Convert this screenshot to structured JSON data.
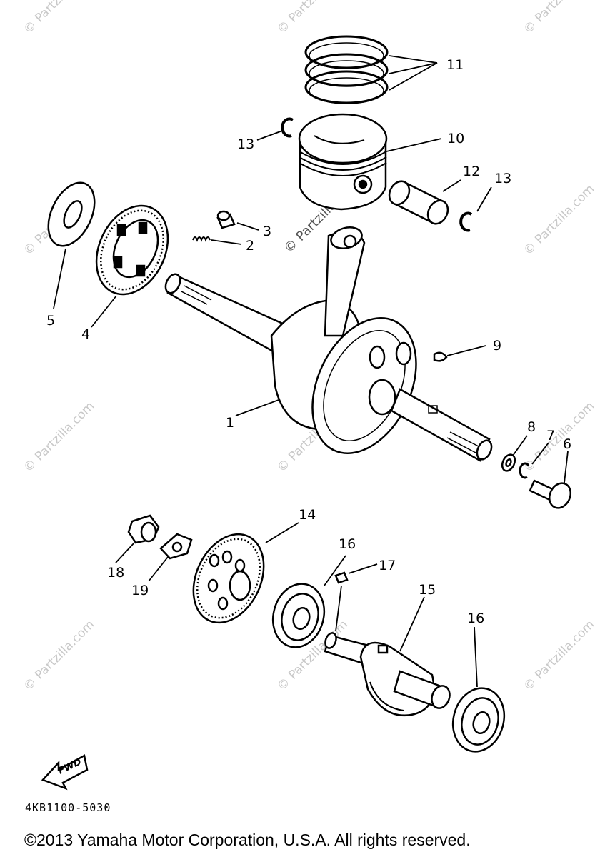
{
  "diagram": {
    "watermark": "© Partzilla.com",
    "center_watermark": "© Partzilla.com",
    "drawing_code": "4KB1100-5030",
    "fwd_label": "FWD",
    "copyright": "©2013 Yamaha Motor Corporation, U.S.A. All rights reserved.",
    "callouts": [
      {
        "id": "1",
        "part": "crankshaft"
      },
      {
        "id": "2",
        "part": "spring"
      },
      {
        "id": "3",
        "part": "pin"
      },
      {
        "id": "4",
        "part": "one-way clutch gear"
      },
      {
        "id": "5",
        "part": "washer"
      },
      {
        "id": "6",
        "part": "bolt"
      },
      {
        "id": "7",
        "part": "circlip"
      },
      {
        "id": "8",
        "part": "washer"
      },
      {
        "id": "9",
        "part": "key"
      },
      {
        "id": "10",
        "part": "piston"
      },
      {
        "id": "11",
        "part": "piston rings"
      },
      {
        "id": "12",
        "part": "piston pin"
      },
      {
        "id": "13",
        "part": "circlip"
      },
      {
        "id": "14",
        "part": "balancer gear"
      },
      {
        "id": "15",
        "part": "balancer shaft"
      },
      {
        "id": "16",
        "part": "bearing"
      },
      {
        "id": "17",
        "part": "key"
      },
      {
        "id": "18",
        "part": "nut"
      },
      {
        "id": "19",
        "part": "lock washer"
      }
    ]
  }
}
